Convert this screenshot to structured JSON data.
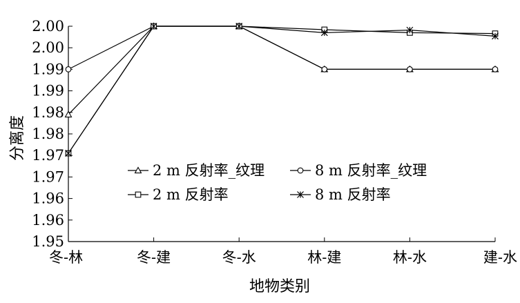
{
  "chart_data": {
    "type": "line",
    "xlabel": "地物类别",
    "ylabel": "分离度",
    "categories": [
      "冬-林",
      "冬-建",
      "冬-水",
      "林-建",
      "林-水",
      "建-水"
    ],
    "y_ticks": [
      "2.00",
      "2.00",
      "1.99",
      "1.99",
      "1.98",
      "1.98",
      "1.97",
      "1.97",
      "1.96",
      "1.96",
      "1.95"
    ],
    "ylim": [
      1.95,
      2.0
    ],
    "grid": false,
    "series": [
      {
        "name": "2 m 反射率_纹理",
        "marker": "triangle",
        "values": [
          1.9795,
          2.0,
          2.0,
          1.99,
          1.99,
          1.99
        ]
      },
      {
        "name": "8 m 反射率_纹理",
        "marker": "circle",
        "values": [
          1.99,
          2.0,
          2.0,
          1.99,
          1.99,
          1.99
        ]
      },
      {
        "name": "2 m 反射率",
        "marker": "square",
        "values": [
          1.9705,
          2.0,
          2.0,
          1.9992,
          1.9985,
          1.9983
        ]
      },
      {
        "name": "8 m 反射率",
        "marker": "star",
        "values": [
          1.9705,
          2.0,
          2.0,
          1.9985,
          1.9991,
          1.9977
        ]
      }
    ]
  }
}
